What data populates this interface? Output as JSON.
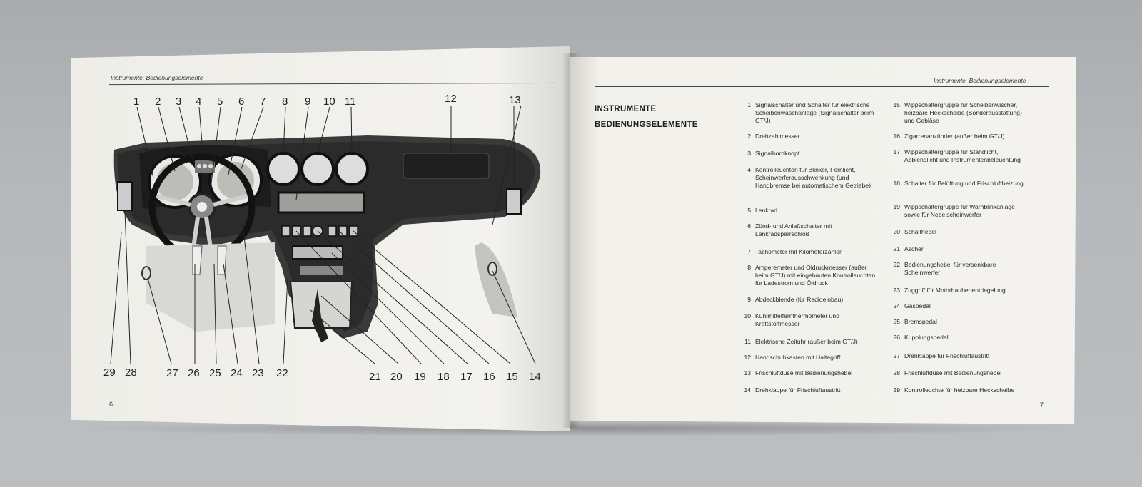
{
  "manual": {
    "left_page": {
      "running_head": "Instrumente, Bedienungselemente",
      "page_number": "6",
      "figure_callouts": [
        "1",
        "2",
        "3",
        "4",
        "5",
        "6",
        "7",
        "8",
        "9",
        "10",
        "11",
        "12",
        "13",
        "13",
        "14",
        "15",
        "16",
        "17",
        "18",
        "19",
        "20",
        "21",
        "22",
        "23",
        "24",
        "25",
        "26",
        "27",
        "28",
        "29"
      ]
    },
    "right_page": {
      "running_head": "Instrumente, Bedienungselemente",
      "page_number": "7",
      "heading_line1": "INSTRUMENTE",
      "heading_line2": "BEDIENUNGSELEMENTE",
      "legend_col1": [
        {
          "num": "1",
          "text": "Signalschalter und Schalter für elektrische Scheibenwaschanlage (Signalschalter beim GT/J)"
        },
        {
          "num": "2",
          "text": "Drehzahlmesser"
        },
        {
          "num": "3",
          "text": "Signalhornknopf"
        },
        {
          "num": "4",
          "text": "Kontrolleuchten für Blinker, Fernlicht, Scheinwerferausschwenkung (und Handbremse bei automatischem Getriebe)"
        },
        {
          "num": "5",
          "text": "Lenkrad"
        },
        {
          "num": "6",
          "text": "Zünd- und Anlaßschalter mit Lenkradsperrschloß"
        },
        {
          "num": "7",
          "text": "Tachometer mit Kilometerzähler"
        },
        {
          "num": "8",
          "text": "Amperemeter und Öldruckmesser (außer beim GT/J) mit eingebauten Kontrolleuchten für Ladestrom und Öldruck"
        },
        {
          "num": "9",
          "text": "Abdeckblende (für Radioeinbau)"
        },
        {
          "num": "10",
          "text": "Kühlmittelfernthermometer und Kraftstoffmesser"
        },
        {
          "num": "11",
          "text": "Elektrische Zeituhr (außer beim GT/J)"
        },
        {
          "num": "12",
          "text": "Handschuhkasten mit Haltegriff"
        },
        {
          "num": "13",
          "text": "Frischluftdüse mit Bedienungshebel"
        },
        {
          "num": "14",
          "text": "Drehklappe für Frischluftaustritt"
        }
      ],
      "legend_col2": [
        {
          "num": "15",
          "text": "Wippschaltergruppe für Scheibenwischer, heizbare Heckscheibe (Sonderausstattung) und Gebläse"
        },
        {
          "num": "16",
          "text": "Zigarrenanzünder (außer beim GT/J)"
        },
        {
          "num": "17",
          "text": "Wippschaltergruppe für Standlicht, Abblendlicht und Instrumentenbeleuchtung"
        },
        {
          "num": "18",
          "text": "Schalter für Belüftung und Frischluftheizung"
        },
        {
          "num": "19",
          "text": "Wippschaltergruppe für Warnblinkanlage sowie für Nebelscheinwerfer"
        },
        {
          "num": "20",
          "text": "Schalthebel"
        },
        {
          "num": "21",
          "text": "Ascher"
        },
        {
          "num": "22",
          "text": "Bedienungshebel für versenkbare Scheinwerfer"
        },
        {
          "num": "23",
          "text": "Zuggriff für Motorhaubenentriegelung"
        },
        {
          "num": "24",
          "text": "Gaspedal"
        },
        {
          "num": "25",
          "text": "Bremspedal"
        },
        {
          "num": "26",
          "text": "Kupplungspedal"
        },
        {
          "num": "27",
          "text": "Drehklappe für Frischluftaustritt"
        },
        {
          "num": "28",
          "text": "Frischluftdüse mit Bedienungshebel"
        },
        {
          "num": "29",
          "text": "Kontrolleuchte für heizbare Heckscheibe"
        }
      ]
    }
  }
}
